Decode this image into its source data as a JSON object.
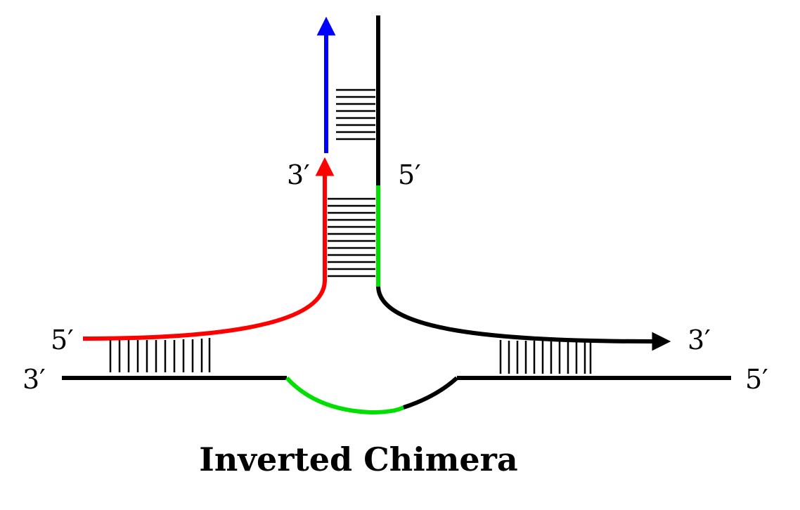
{
  "caption": "Inverted Chimera",
  "colors": {
    "template": "#000000",
    "red_strand": "#ff0000",
    "blue_extension": "#0000ff",
    "green_segment": "#00e000",
    "black_strand": "#000000"
  },
  "labels": {
    "top_left_3prime": "3′",
    "top_right_5prime": "5′",
    "left_upper_5prime": "5′",
    "left_lower_3prime": "3′",
    "right_upper_3prime": "3′",
    "right_lower_5prime": "5′"
  }
}
